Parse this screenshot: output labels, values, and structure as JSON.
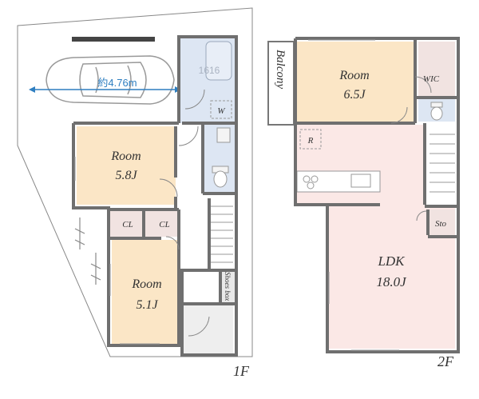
{
  "plan": {
    "floor_1": {
      "label": "1F",
      "parking_dimension": "約4.76m",
      "bath_size": "1616",
      "washer_mark": "W",
      "rooms": [
        {
          "id": "room-5-8",
          "name": "Room",
          "size": "5.8J"
        },
        {
          "id": "room-5-1",
          "name": "Room",
          "size": "5.1J"
        }
      ],
      "closet_left": "CL",
      "closet_right": "CL",
      "shoes_box": "Shoes box"
    },
    "floor_2": {
      "label": "2F",
      "balcony": "Balcony",
      "room_name": "Room",
      "room_size": "6.5J",
      "wic": "WIC",
      "fridge_mark": "R",
      "ldk_name": "LDK",
      "ldk_size": "18.0J",
      "storage": "Sto"
    }
  },
  "colors": {
    "wall": "#6f6f6f",
    "room_orange": "#fbe6c6",
    "wet_blue": "#dde6f3",
    "ldk_pink": "#fbe8e6",
    "closet_pink": "#f1e3e1",
    "parking_gray": "#e6e6e6",
    "dimension_blue": "#2f7fc1"
  }
}
